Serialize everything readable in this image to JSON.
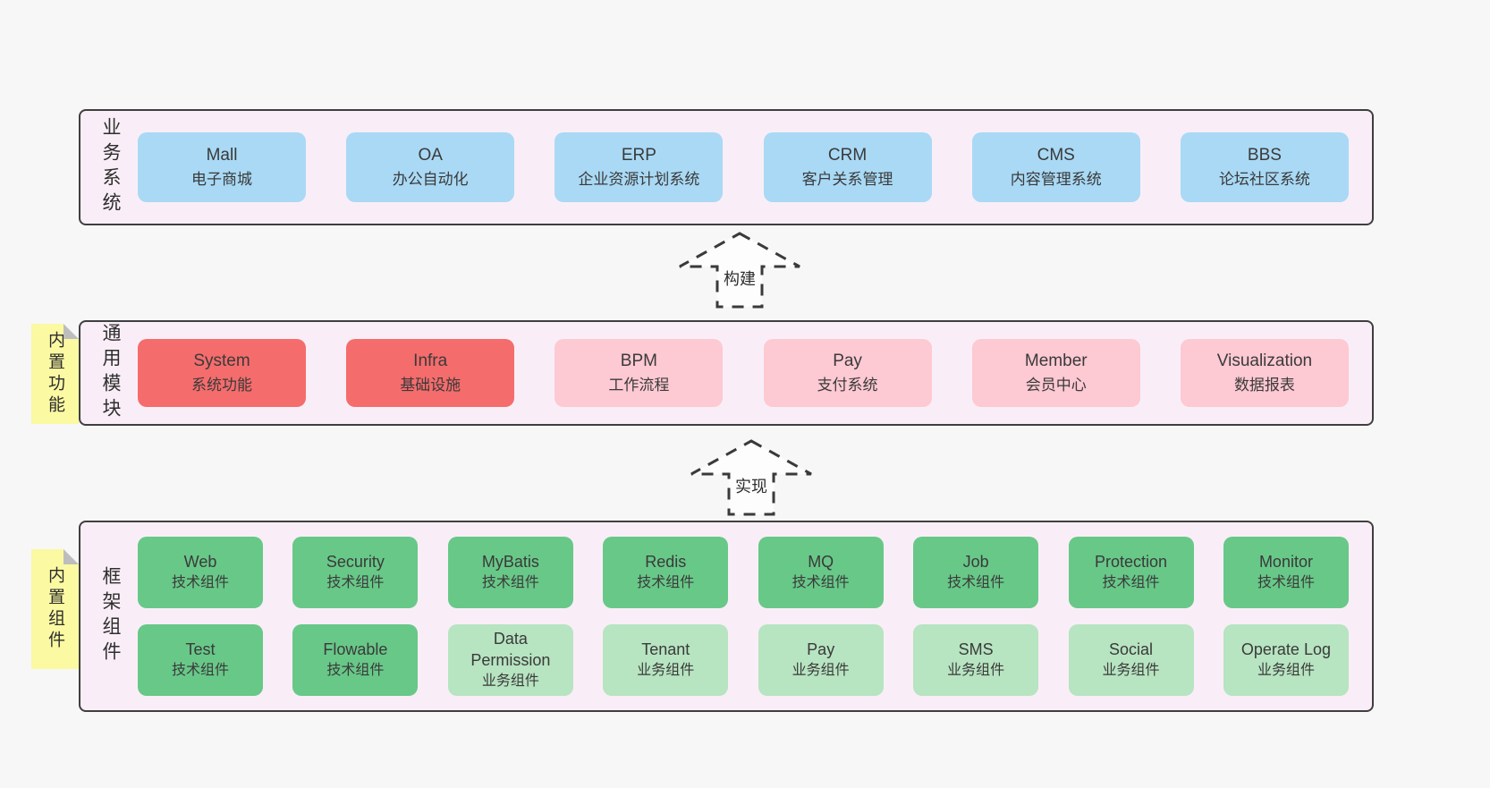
{
  "colors": {
    "page-bg": "#f7f7f8",
    "band-bg": "#f9eef7",
    "band-border": "#3f3f3f",
    "box-blue": "#a9d9f5",
    "box-red": "#f56c6c",
    "box-pink": "#fdc9d3",
    "box-green": "#68c888",
    "box-lightgreen": "#b7e4c1",
    "sticky-yellow": "#fbf9a2",
    "sticky-fold": "#bdbdbd",
    "text": "#3a3a3a",
    "arrow-fill": "#fdfdfd"
  },
  "arrows": [
    {
      "label": "构建"
    },
    {
      "label": "实现"
    }
  ],
  "bands": [
    {
      "label": "业务系统",
      "boxes": [
        {
          "en": "Mall",
          "zh": "电子商城"
        },
        {
          "en": "OA",
          "zh": "办公自动化"
        },
        {
          "en": "ERP",
          "zh": "企业资源计划系统"
        },
        {
          "en": "CRM",
          "zh": "客户关系管理"
        },
        {
          "en": "CMS",
          "zh": "内容管理系统"
        },
        {
          "en": "BBS",
          "zh": "论坛社区系统"
        }
      ]
    },
    {
      "label": "通用模块",
      "sticky": "内置功能",
      "boxes": [
        {
          "en": "System",
          "zh": "系统功能"
        },
        {
          "en": "Infra",
          "zh": "基础设施"
        },
        {
          "en": "BPM",
          "zh": "工作流程"
        },
        {
          "en": "Pay",
          "zh": "支付系统"
        },
        {
          "en": "Member",
          "zh": "会员中心"
        },
        {
          "en": "Visualization",
          "zh": "数据报表"
        }
      ]
    },
    {
      "label": "框架组件",
      "sticky": "内置组件",
      "row1": [
        {
          "en": "Web",
          "zh": "技术组件"
        },
        {
          "en": "Security",
          "zh": "技术组件"
        },
        {
          "en": "MyBatis",
          "zh": "技术组件"
        },
        {
          "en": "Redis",
          "zh": "技术组件"
        },
        {
          "en": "MQ",
          "zh": "技术组件"
        },
        {
          "en": "Job",
          "zh": "技术组件"
        },
        {
          "en": "Protection",
          "zh": "技术组件"
        },
        {
          "en": "Monitor",
          "zh": "技术组件"
        }
      ],
      "row2": [
        {
          "en": "Test",
          "zh": "技术组件"
        },
        {
          "en": "Flowable",
          "zh": "技术组件"
        },
        {
          "en": "Data Permission",
          "zh": "业务组件"
        },
        {
          "en": "Tenant",
          "zh": "业务组件"
        },
        {
          "en": "Pay",
          "zh": "业务组件"
        },
        {
          "en": "SMS",
          "zh": "业务组件"
        },
        {
          "en": "Social",
          "zh": "业务组件"
        },
        {
          "en": "Operate Log",
          "zh": "业务组件"
        }
      ]
    }
  ]
}
